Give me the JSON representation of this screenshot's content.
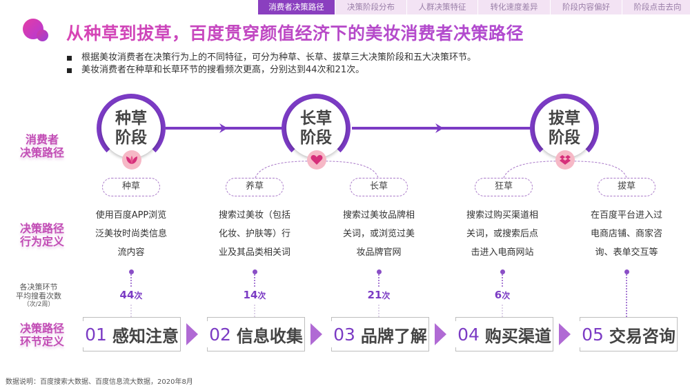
{
  "tabs": [
    {
      "label": "消费者决策路径",
      "active": true,
      "width": 112
    },
    {
      "label": "决策阶段分布",
      "active": false,
      "width": 104
    },
    {
      "label": "人群决策特征",
      "active": false,
      "width": 103
    },
    {
      "label": "转化速度差异",
      "active": false,
      "width": 105
    },
    {
      "label": "阶段内容偏好",
      "active": false,
      "width": 104
    },
    {
      "label": "阶段点击去向",
      "active": false,
      "width": 103
    }
  ],
  "header": {
    "title": "从种草到拔草，百度贯穿颜值经济下的美妆消费者决策路径",
    "bullets": [
      "根据美妆消费者在决策行为上的不同特征，可分为种草、长草、拔草三大决策阶段和五大决策环节。",
      "美妆消费者在种草和长草环节的搜看频次更高，分别达到44次和21次。"
    ]
  },
  "side_labels": {
    "path": [
      "消费者",
      "决策路径"
    ],
    "behavior": [
      "决策路径",
      "行为定义"
    ],
    "count": [
      "各决策环节",
      "平均搜看次数",
      "（次/2周）"
    ],
    "step": [
      "决策路径",
      "环节定义"
    ]
  },
  "stages": [
    {
      "line1": "种草",
      "line2": "阶段",
      "icon": "leaf-icon"
    },
    {
      "line1": "长草",
      "line2": "阶段",
      "icon": "heart-icon"
    },
    {
      "line1": "拔草",
      "line2": "阶段",
      "icon": "gift-box-icon"
    }
  ],
  "substages": [
    "种草",
    "养草",
    "长草",
    "狂草",
    "拔草"
  ],
  "definitions": [
    [
      "使用百度APP浏览",
      "泛美妆时尚类信息",
      "流内容"
    ],
    [
      "搜索过美妆（包括",
      "化妆、护肤等）行",
      "业及其品类相关词"
    ],
    [
      "搜索过美妆品牌相",
      "关词，或浏览过美",
      "妆品牌官网"
    ],
    [
      "搜索过购买渠道相",
      "关词，或搜索后点",
      "击进入电商网站"
    ],
    [
      "在百度平台进入过",
      "电商店铺、商家咨",
      "询、表单交互等"
    ]
  ],
  "counts": [
    {
      "value": "44",
      "unit": "次"
    },
    {
      "value": "14",
      "unit": "次"
    },
    {
      "value": "21",
      "unit": "次"
    },
    {
      "value": "6",
      "unit": "次"
    },
    {
      "value": "",
      "unit": ""
    }
  ],
  "steps": [
    {
      "num": "01",
      "name": "感知注意"
    },
    {
      "num": "02",
      "name": "信息收集"
    },
    {
      "num": "03",
      "name": "品牌了解"
    },
    {
      "num": "04",
      "name": "购买渠道"
    },
    {
      "num": "05",
      "name": "交易咨询"
    }
  ],
  "footer": "数据说明：百度搜索大数据、百度信息流大数据，2020年8月",
  "colors": {
    "accent": "#7b3bc4",
    "pink": "#c24db5",
    "tab_active": "#8a3fbf",
    "tab_inactive": "#f3e3f4",
    "badge": "#f6b8c6"
  }
}
